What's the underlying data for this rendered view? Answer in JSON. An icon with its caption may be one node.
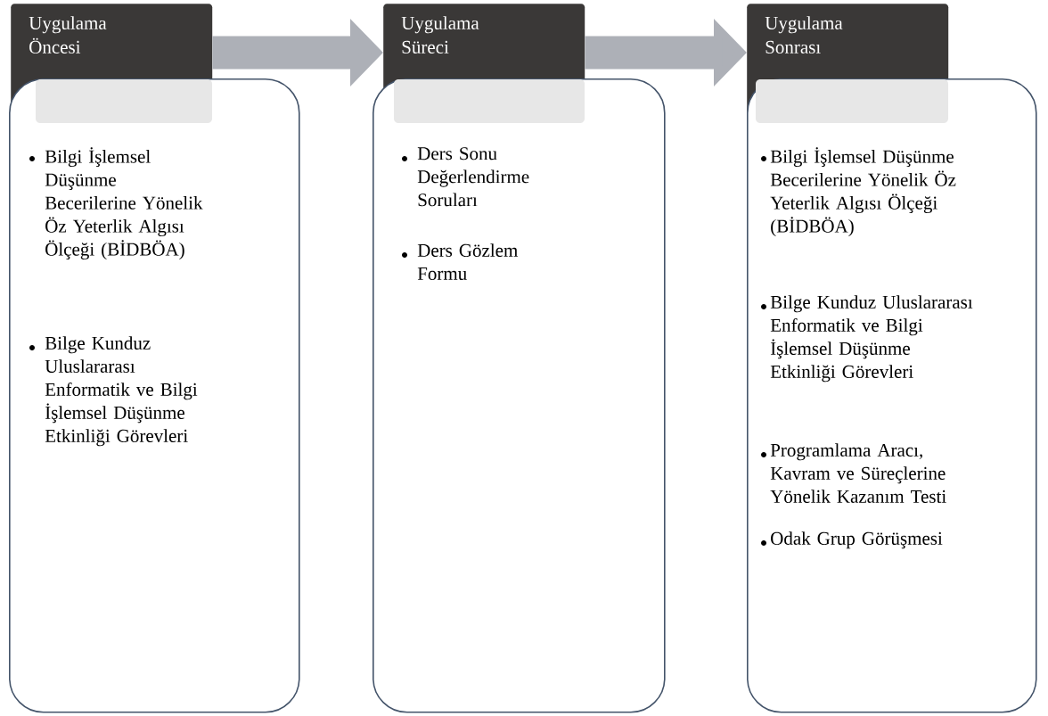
{
  "diagram": {
    "nodes": [
      {
        "text": [
          "Uygulama Öncesi"
        ]
      },
      {
        "text": [
          "Bilgi İşlemsel Düşünme Becerilerine Yönelik Öz Yeterlik Algısı Ölçeği (BİDBÖA)",
          "Bilge Kunduz Uluslararası Enformatik ve Bilgi İşlemsel Düşünme Etkinliği Görevleri"
        ]
      },
      {
        "text": [
          "Uygulama Süreci"
        ]
      },
      {
        "text": [
          "Ders Sonu Değerlendirme Soruları",
          "Ders Gözlem Formu"
        ]
      },
      {
        "text": [
          "Uygulama Sonrası"
        ]
      },
      {
        "text": [
          "Bilgi İşlemsel Düşünme Becerilerine Yönelik Öz Yeterlik Algısı Ölçeği (BİDBÖA)",
          "Bilge Kunduz Uluslararası Enformatik ve Bilgi İşlemsel Düşünme Etkinliği Görevleri",
          "Programlama Aracı, Kavram ve Süreçlerine Yönelik Kazanım Testi",
          "Odak Grup Görüşmesi"
        ]
      }
    ],
    "edges": [
      {
        "from": 0,
        "to": 2,
        "arrow": "to"
      },
      {
        "from": 2,
        "to": 4,
        "arrow": "to"
      }
    ]
  }
}
